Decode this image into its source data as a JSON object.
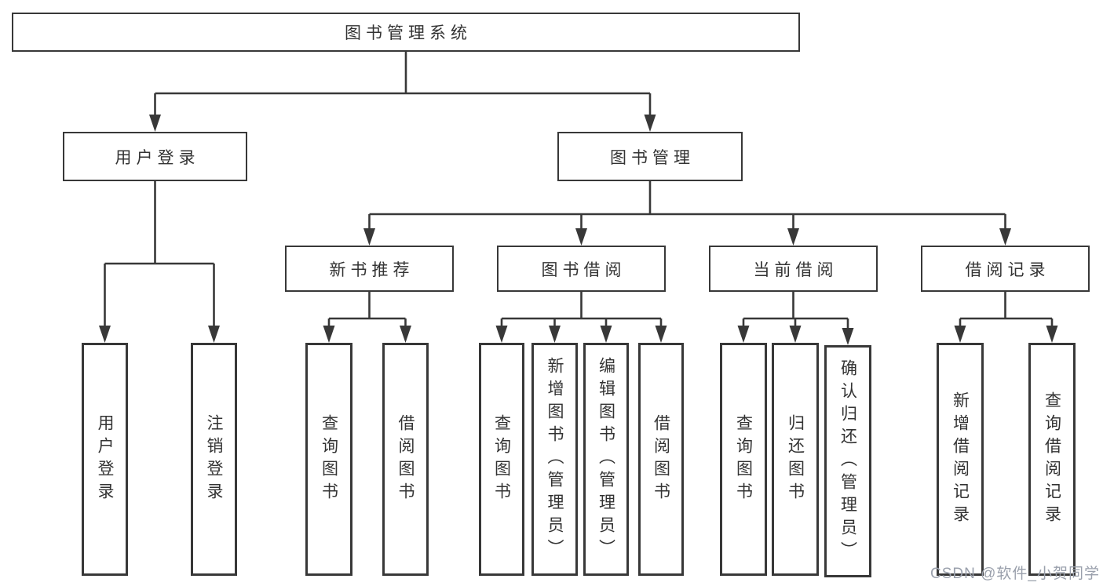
{
  "diagram": {
    "title": "图书管理系统",
    "watermark": "CSDN @软件_小贺同学",
    "colors": {
      "line": "#383838",
      "text": "#333333",
      "watermark": "#9aa0ac",
      "background": "#ffffff"
    },
    "root": {
      "id": "root",
      "label": "图书管理系统",
      "children": [
        {
          "id": "user-login",
          "label": "用户登录",
          "children": [
            {
              "id": "leaf-user-login",
              "label": "用户登录",
              "vertical": true
            },
            {
              "id": "leaf-logout",
              "label": "注销登录",
              "vertical": true
            }
          ]
        },
        {
          "id": "book-mgmt",
          "label": "图书管理",
          "children": [
            {
              "id": "new-book-rec",
              "label": "新书推荐",
              "children": [
                {
                  "id": "leaf-query-book-1",
                  "label": "查询图书",
                  "vertical": true
                },
                {
                  "id": "leaf-borrow-book-1",
                  "label": "借阅图书",
                  "vertical": true
                }
              ]
            },
            {
              "id": "book-borrow",
              "label": "图书借阅",
              "children": [
                {
                  "id": "leaf-query-book-2",
                  "label": "查询图书",
                  "vertical": true
                },
                {
                  "id": "leaf-add-book",
                  "label": "新增图书（管理员）",
                  "vertical": true
                },
                {
                  "id": "leaf-edit-book",
                  "label": "编辑图书（管理员）",
                  "vertical": true
                },
                {
                  "id": "leaf-borrow-book-2",
                  "label": "借阅图书",
                  "vertical": true
                }
              ]
            },
            {
              "id": "current-borrow",
              "label": "当前借阅",
              "children": [
                {
                  "id": "leaf-query-book-3",
                  "label": "查询图书",
                  "vertical": true
                },
                {
                  "id": "leaf-return-book",
                  "label": "归还图书",
                  "vertical": true
                },
                {
                  "id": "leaf-confirm-return",
                  "label": "确认归还（管理员）",
                  "vertical": true
                }
              ]
            },
            {
              "id": "borrow-record",
              "label": "借阅记录",
              "children": [
                {
                  "id": "leaf-add-record",
                  "label": "新增借阅记录",
                  "vertical": true
                },
                {
                  "id": "leaf-query-record",
                  "label": "查询借阅记录",
                  "vertical": true
                }
              ]
            }
          ]
        }
      ]
    }
  }
}
